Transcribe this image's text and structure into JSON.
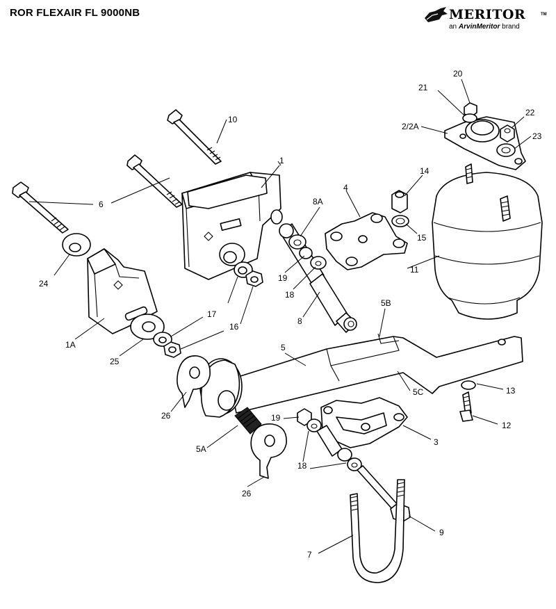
{
  "title": "ROR  FLEXAIR FL 9000NB",
  "brand": {
    "name": "MERITOR",
    "trademark": "TM",
    "tagline_prefix": "an",
    "tagline_brand": "ArvinMeritor",
    "tagline_suffix": "brand"
  },
  "callouts": [
    "1",
    "1A",
    "2/2A",
    "3",
    "4",
    "5",
    "5A",
    "5B",
    "5C",
    "6",
    "7",
    "8",
    "8A",
    "9",
    "10",
    "11",
    "12",
    "13",
    "14",
    "15",
    "16",
    "17",
    "18",
    "18",
    "19",
    "19",
    "20",
    "21",
    "22",
    "23",
    "24",
    "25",
    "26",
    "26"
  ]
}
